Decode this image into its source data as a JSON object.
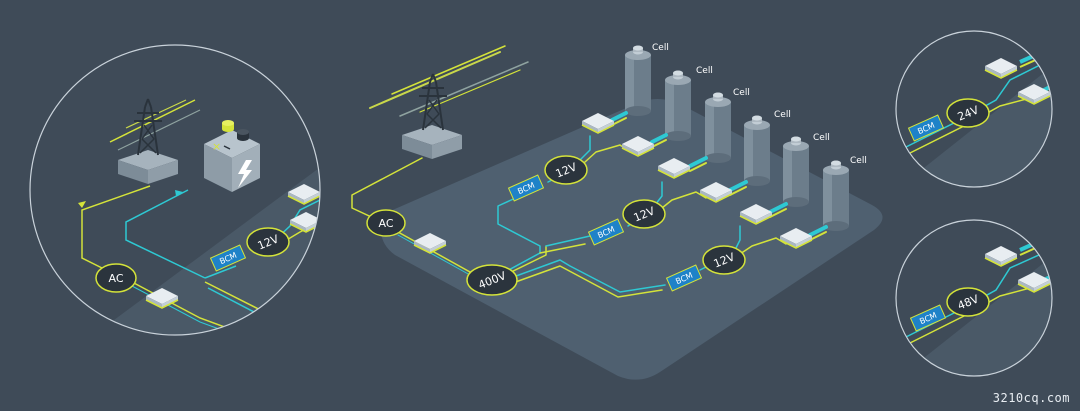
{
  "labels": {
    "ac": "AC",
    "bcm": "BCM",
    "cell": "Cell",
    "v12": "12V",
    "v24": "24V",
    "v48": "48V",
    "v400": "400V"
  },
  "watermark": "3210cq.com",
  "colors": {
    "background": "#3f4b58",
    "platform": "#4f6070",
    "lime": "#d4e33a",
    "cyan": "#2ec9d3",
    "bcm": "#1e82c8",
    "circle_border": "#c9d2da"
  },
  "icons": [
    "power-pylon-icon",
    "battery-icon",
    "lightning-icon"
  ]
}
